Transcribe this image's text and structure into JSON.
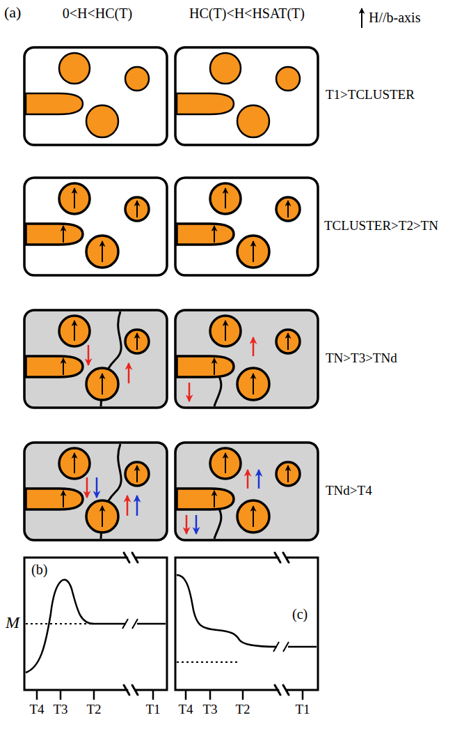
{
  "diagram": {
    "nodes": [
      {
        "text": [
          "(b)"
        ]
      },
      {
        "text": [
          "(c)"
        ]
      }
    ],
    "labels": [
      "(a)",
      "0<H<HC(T)",
      "HC(T)<H<HSAT(T)",
      "H//b-axis",
      "T1>TCLUSTER",
      "TCLUSTER>T2>TN",
      "TN>T3>TNd",
      "TNd>T4",
      "M",
      "T4",
      "T3",
      "T2",
      "T1",
      "T4",
      "T3",
      "T2",
      "T1"
    ]
  }
}
